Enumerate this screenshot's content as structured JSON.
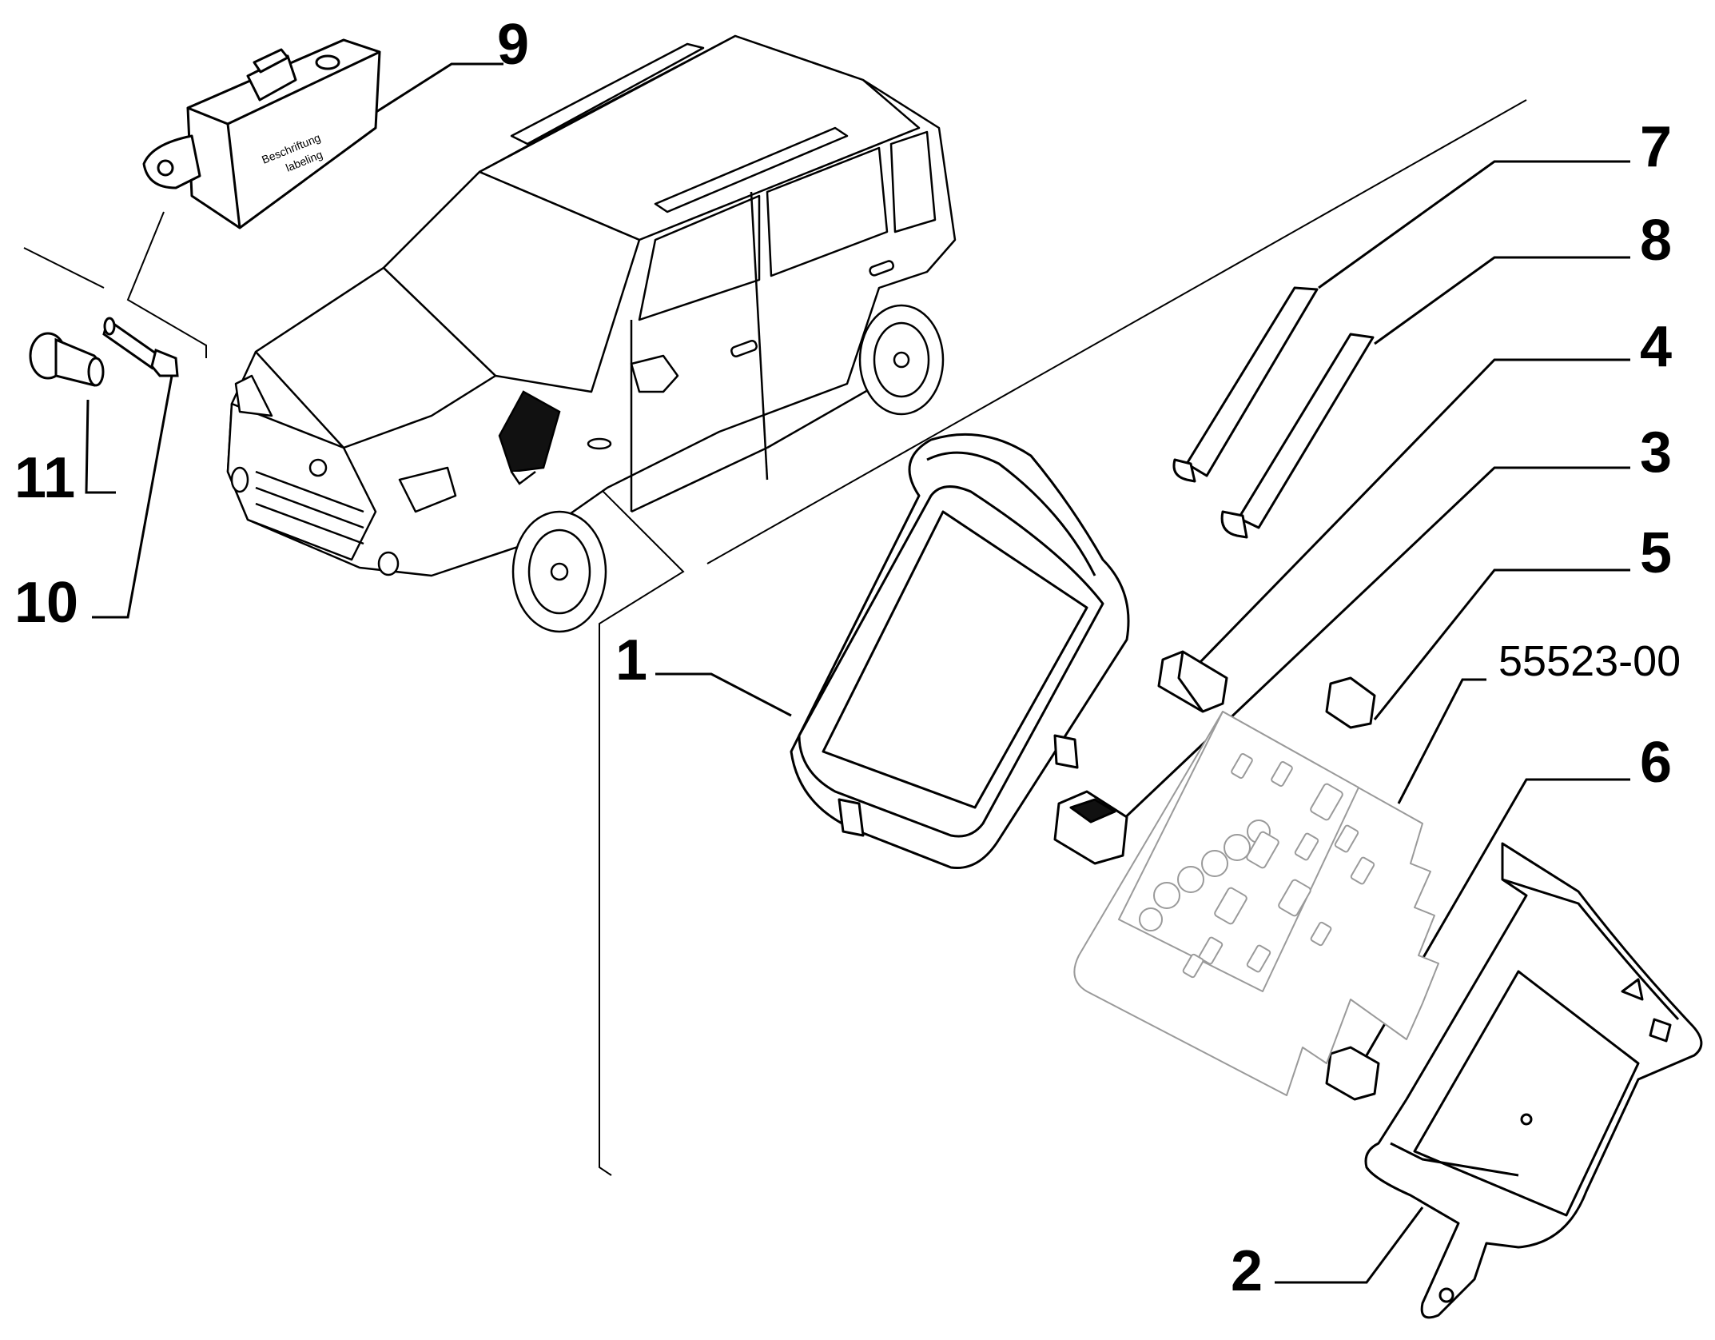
{
  "diagram": {
    "drawing_code": "55523-00",
    "module_label": {
      "line1": "Beschriftung",
      "line2": "labeling"
    },
    "callouts": {
      "c1": "1",
      "c2": "2",
      "c3": "3",
      "c4": "4",
      "c5": "5",
      "c6": "6",
      "c7": "7",
      "c8": "8",
      "c9": "9",
      "c10": "10",
      "c11": "11"
    }
  }
}
